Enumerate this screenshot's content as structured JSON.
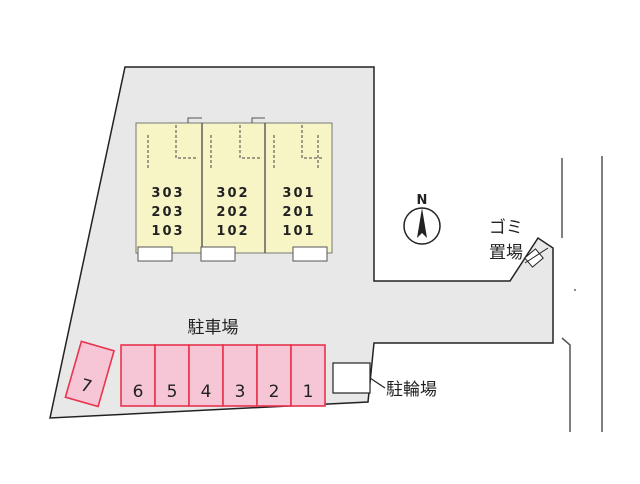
{
  "site": {
    "ground_color": "#e8e8e8",
    "building_color": "#f7f4c6",
    "stall_color": "#f6c6d6",
    "stall_border_color": "#e8344e",
    "outline_color": "#222222"
  },
  "compass": {
    "north_label": "N"
  },
  "building": {
    "units": [
      {
        "top": "303",
        "mid": "203",
        "bottom": "103"
      },
      {
        "top": "302",
        "mid": "202",
        "bottom": "102"
      },
      {
        "top": "301",
        "mid": "201",
        "bottom": "101"
      }
    ]
  },
  "parking": {
    "label": "駐車場",
    "stalls": [
      "6",
      "5",
      "4",
      "3",
      "2",
      "1"
    ],
    "extra_stall": "7"
  },
  "bicycle": {
    "label": "駐輪場"
  },
  "garbage": {
    "label_line1": "ゴミ",
    "label_line2": "置場"
  }
}
